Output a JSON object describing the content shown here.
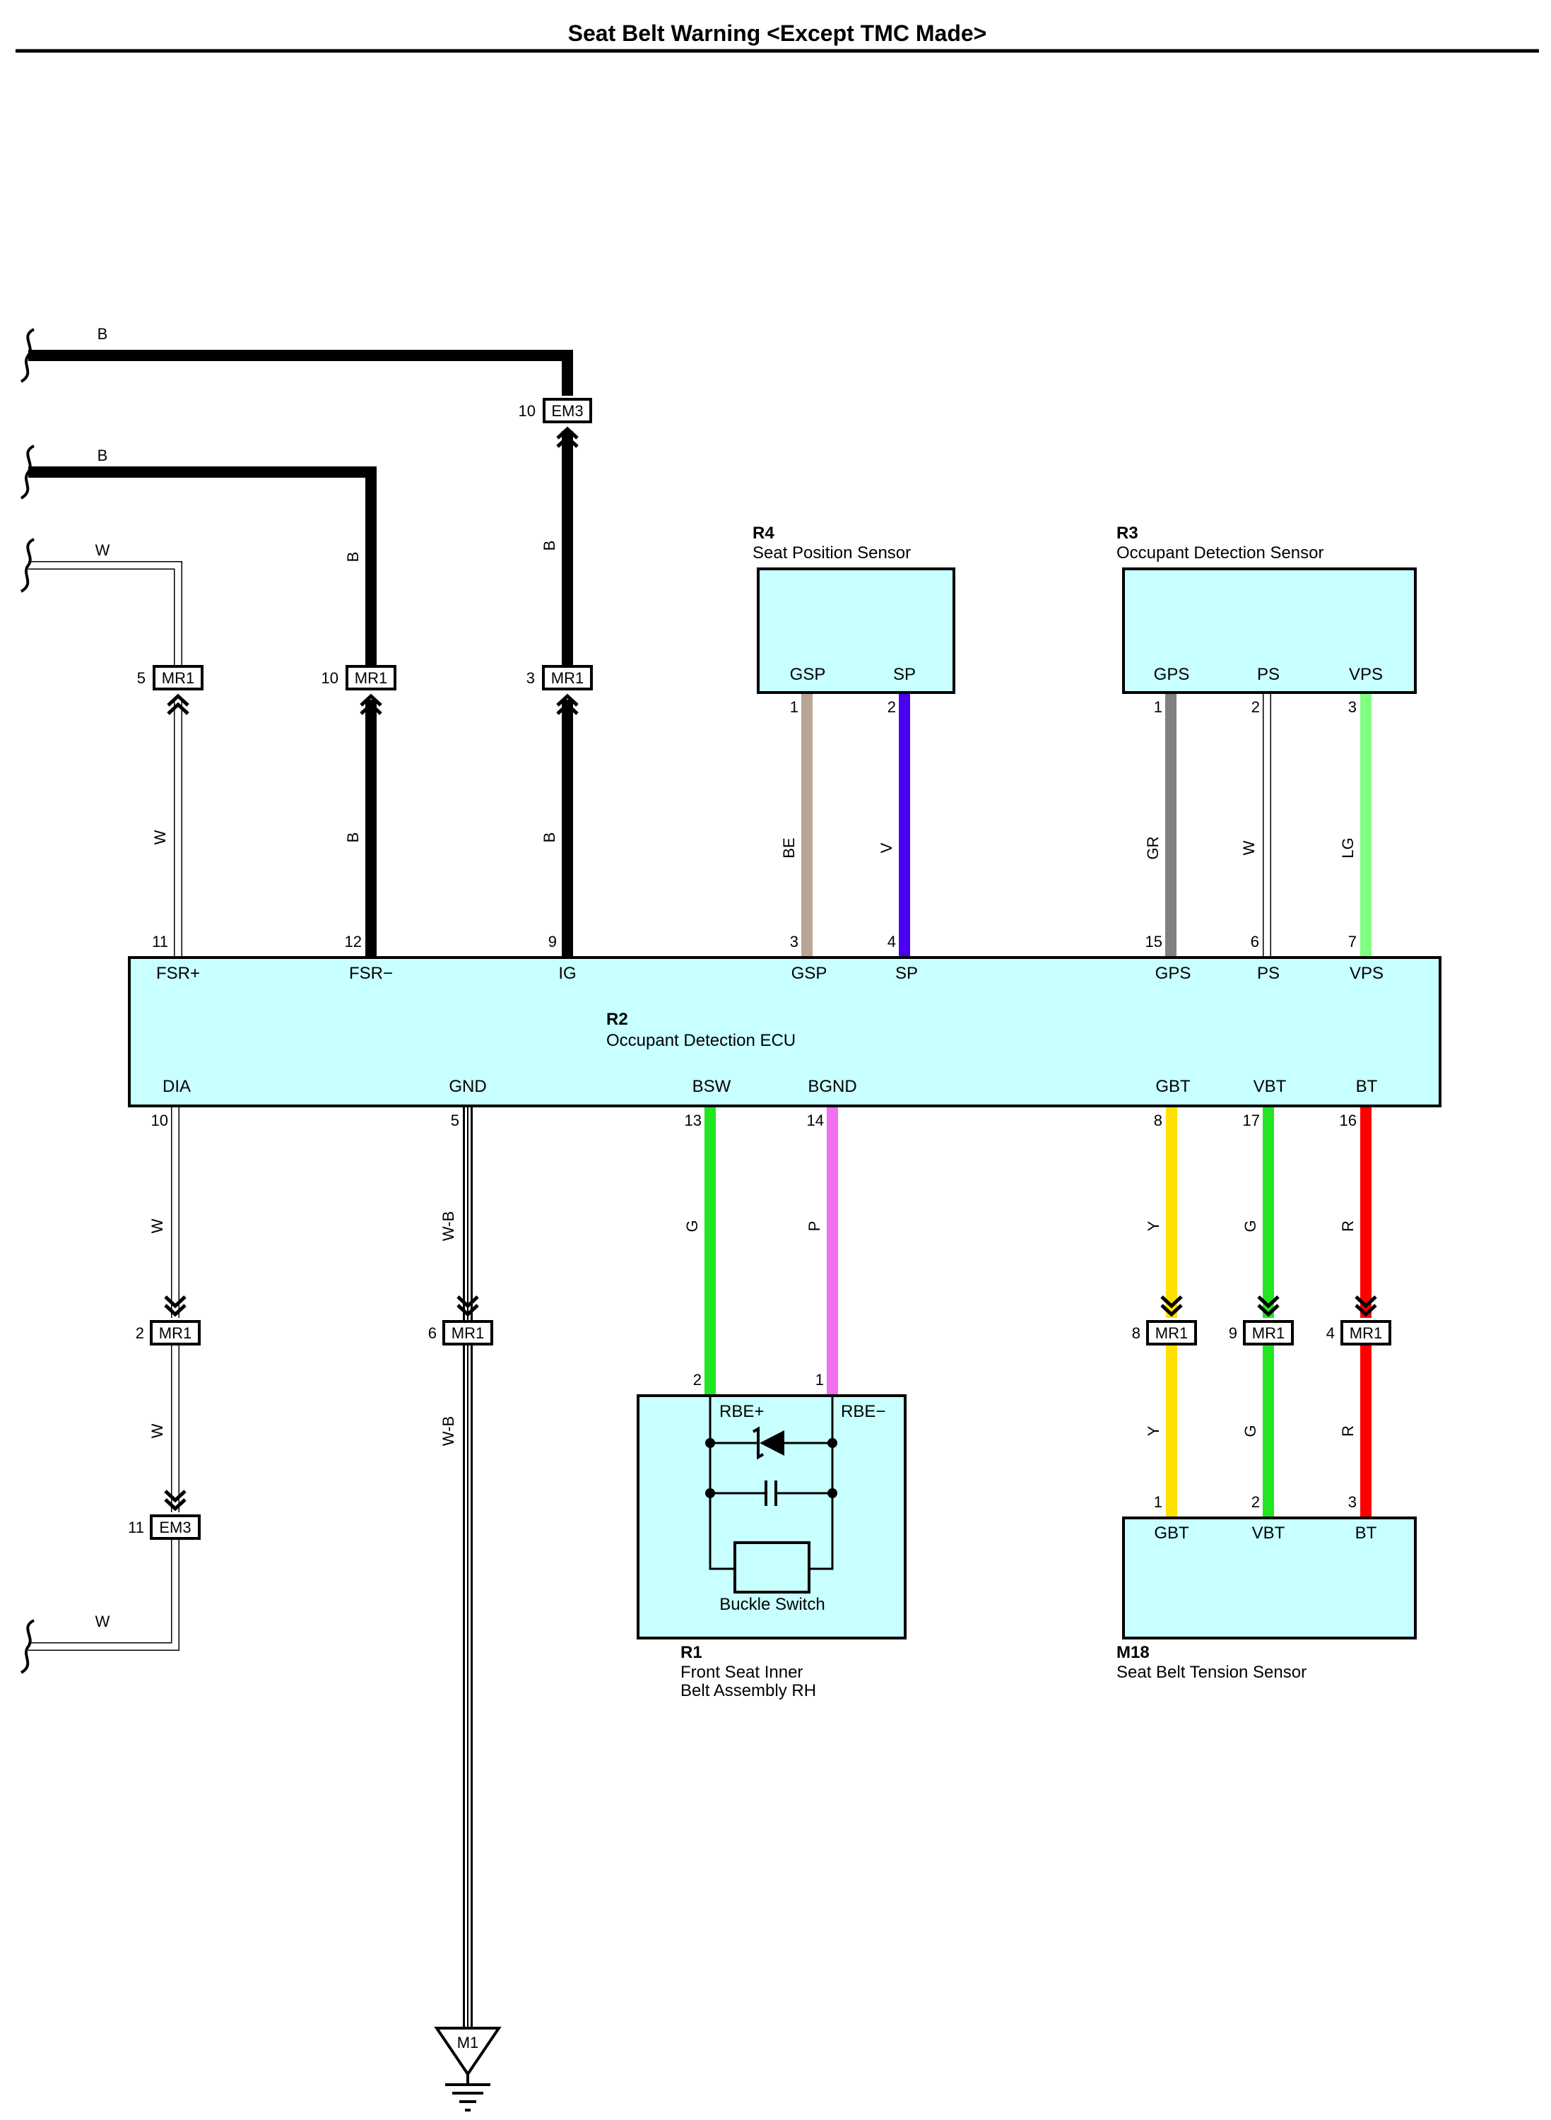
{
  "title": "Seat Belt Warning <Except TMC Made>",
  "colors": {
    "B": "#000000",
    "W": "#ffffff",
    "BE": "#b8a593",
    "V": "#4a00f0",
    "GR": "#808080",
    "LG": "#80ff80",
    "G": "#22e622",
    "P": "#f070f0",
    "Y": "#ffe000",
    "R": "#ff0000",
    "W-B": "#ffffff",
    "box_fill": "#c8ffff",
    "line": "#000000"
  },
  "icons": [
    "wire-break-icon",
    "connector-arrow-icon",
    "zener-diode-icon",
    "capacitor-icon",
    "switch-icon",
    "ground-icon"
  ],
  "components": {
    "R2": {
      "id": "R2",
      "name": "Occupant Detection ECU",
      "top_pins": [
        "FSR+",
        "FSR−",
        "IG",
        "GSP",
        "SP",
        "GPS",
        "PS",
        "VPS"
      ],
      "top_nums": [
        "11",
        "12",
        "9",
        "3",
        "4",
        "15",
        "6",
        "7"
      ],
      "bottom_pins": [
        "DIA",
        "GND",
        "BSW",
        "BGND",
        "GBT",
        "VBT",
        "BT"
      ],
      "bottom_nums": [
        "10",
        "5",
        "13",
        "14",
        "8",
        "17",
        "16"
      ]
    },
    "R4": {
      "id": "R4",
      "name": "Seat Position Sensor",
      "pins": [
        "GSP",
        "SP"
      ],
      "nums": [
        "1",
        "2"
      ]
    },
    "R3": {
      "id": "R3",
      "name": "Occupant Detection Sensor",
      "pins": [
        "GPS",
        "PS",
        "VPS"
      ],
      "nums": [
        "1",
        "2",
        "3"
      ]
    },
    "R1": {
      "id": "R1",
      "name_line1": "Front Seat Inner",
      "name_line2": "Belt Assembly RH",
      "pins": [
        "RBE+",
        "RBE−"
      ],
      "nums": [
        "2",
        "1"
      ],
      "inner_label": "Buckle Switch"
    },
    "M18": {
      "id": "M18",
      "name": "Seat Belt Tension Sensor",
      "pins": [
        "GBT",
        "VBT",
        "BT"
      ],
      "nums": [
        "1",
        "2",
        "3"
      ]
    },
    "M1": {
      "id": "M1"
    }
  },
  "connectors": {
    "em3_top": {
      "id": "EM3",
      "pin": "10"
    },
    "mr1_5": {
      "id": "MR1",
      "pin": "5"
    },
    "mr1_10": {
      "id": "MR1",
      "pin": "10"
    },
    "mr1_3": {
      "id": "MR1",
      "pin": "3"
    },
    "mr1_2": {
      "id": "MR1",
      "pin": "2"
    },
    "mr1_6": {
      "id": "MR1",
      "pin": "6"
    },
    "em3_bottom": {
      "id": "EM3",
      "pin": "11"
    },
    "mr1_8": {
      "id": "MR1",
      "pin": "8"
    },
    "mr1_9": {
      "id": "MR1",
      "pin": "9"
    },
    "mr1_4": {
      "id": "MR1",
      "pin": "4"
    }
  },
  "wire_labels": {
    "top_b1": "B",
    "top_b2": "B",
    "top_w": "W",
    "bottom_w": "W",
    "fsr_plus": "W",
    "fsr_minus_a": "B",
    "fsr_minus_b": "B",
    "ig_a": "B",
    "ig_b": "B",
    "gsp": "BE",
    "sp": "V",
    "gps": "GR",
    "ps": "W",
    "vps": "LG",
    "dia_a": "W",
    "dia_b": "W",
    "gnd_a": "W-B",
    "gnd_b": "W-B",
    "bsw": "G",
    "bgnd": "P",
    "gbt_a": "Y",
    "gbt_b": "Y",
    "vbt_a": "G",
    "vbt_b": "G",
    "bt_a": "R",
    "bt_b": "R"
  }
}
